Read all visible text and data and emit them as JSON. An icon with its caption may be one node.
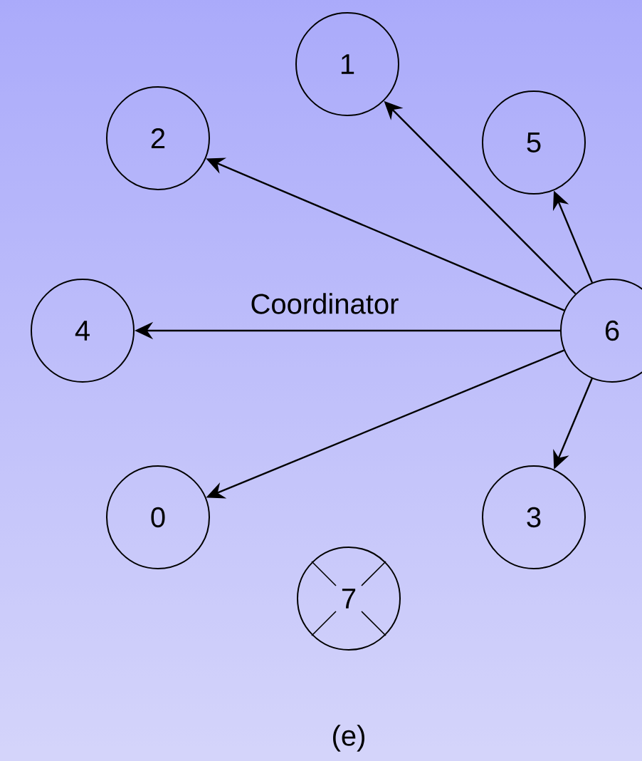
{
  "diagram": {
    "caption": "(e)",
    "nodes": [
      {
        "text": [
          "1"
        ]
      },
      {
        "text": [
          "2"
        ]
      },
      {
        "text": [
          "5"
        ]
      },
      {
        "text": [
          "4"
        ]
      },
      {
        "text": [
          "6"
        ]
      },
      {
        "text": [
          "0"
        ]
      },
      {
        "text": [
          "3"
        ]
      },
      {
        "text": [
          "7"
        ]
      }
    ],
    "edges": [
      {
        "from": 4,
        "to": 0,
        "arrow": "to"
      },
      {
        "from": 4,
        "to": 1,
        "arrow": "to"
      },
      {
        "from": 4,
        "to": 2,
        "arrow": "to"
      },
      {
        "from": 4,
        "to": 3,
        "arrow": "to"
      },
      {
        "from": 4,
        "to": 5,
        "arrow": "to"
      },
      {
        "from": 4,
        "to": 6,
        "arrow": "to"
      }
    ],
    "labels": [
      "Coordinator"
    ]
  }
}
